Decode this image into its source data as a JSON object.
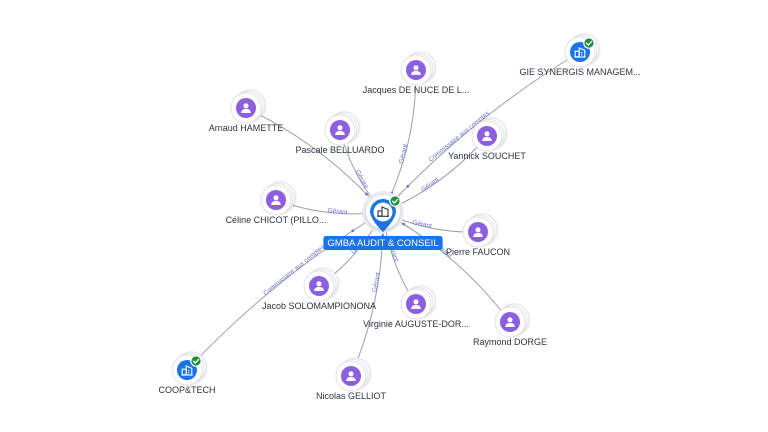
{
  "colors": {
    "person": "#8b5fe0",
    "company": "#1a73e8",
    "verified": "#1e8e3e",
    "edge_label": "#6b6fd6",
    "edge": "#9aa0a8"
  },
  "center": {
    "label": "GMBA AUDIT & CONSEIL",
    "icon": "building-icon",
    "verified": true
  },
  "nodes": [
    {
      "id": "jacques",
      "label": "Jacques DE NUCE DE L...",
      "kind": "person",
      "icon": "person-icon"
    },
    {
      "id": "gie",
      "label": "GIE SYNERGIS MANAGEM...",
      "kind": "company",
      "icon": "building-icon",
      "verified": true
    },
    {
      "id": "arnaud",
      "label": "Arnaud HAMETTE",
      "kind": "person",
      "icon": "person-icon"
    },
    {
      "id": "pascale",
      "label": "Pascale BELLUARDO",
      "kind": "person",
      "icon": "person-icon"
    },
    {
      "id": "yannick",
      "label": "Yannick SOUCHET",
      "kind": "person",
      "icon": "person-icon"
    },
    {
      "id": "celine",
      "label": "Céline CHICOT (PILLO...",
      "kind": "person",
      "icon": "person-icon"
    },
    {
      "id": "pierre",
      "label": "Pierre FAUCON",
      "kind": "person",
      "icon": "person-icon"
    },
    {
      "id": "jacob",
      "label": "Jacob SOLOMAMPIONONA",
      "kind": "person",
      "icon": "person-icon"
    },
    {
      "id": "virginie",
      "label": "Virginie AUGUSTE-DOR...",
      "kind": "person",
      "icon": "person-icon"
    },
    {
      "id": "raymond",
      "label": "Raymond DORGE",
      "kind": "person",
      "icon": "person-icon"
    },
    {
      "id": "coop",
      "label": "COOP&TECH",
      "kind": "company",
      "icon": "building-icon",
      "verified": true
    },
    {
      "id": "nicolas",
      "label": "Nicolas GELLIOT",
      "kind": "person",
      "icon": "person-icon"
    }
  ],
  "edges": [
    {
      "from": "jacques",
      "to": "center",
      "label": "Gérant"
    },
    {
      "from": "gie",
      "to": "center",
      "label": "Commissaire aux comptes"
    },
    {
      "from": "arnaud",
      "to": "center",
      "label": ""
    },
    {
      "from": "pascale",
      "to": "center",
      "label": "Gérant"
    },
    {
      "from": "yannick",
      "to": "center",
      "label": "Gérant"
    },
    {
      "from": "celine",
      "to": "center",
      "label": "Gérant"
    },
    {
      "from": "pierre",
      "to": "center",
      "label": "Gérant"
    },
    {
      "from": "jacob",
      "to": "center",
      "label": "Gérant"
    },
    {
      "from": "virginie",
      "to": "center",
      "label": "Gérant"
    },
    {
      "from": "raymond",
      "to": "center",
      "label": "Gérant"
    },
    {
      "from": "coop",
      "to": "center",
      "label": "Commissaire aux comptes"
    },
    {
      "from": "nicolas",
      "to": "center",
      "label": "Gérant"
    }
  ]
}
